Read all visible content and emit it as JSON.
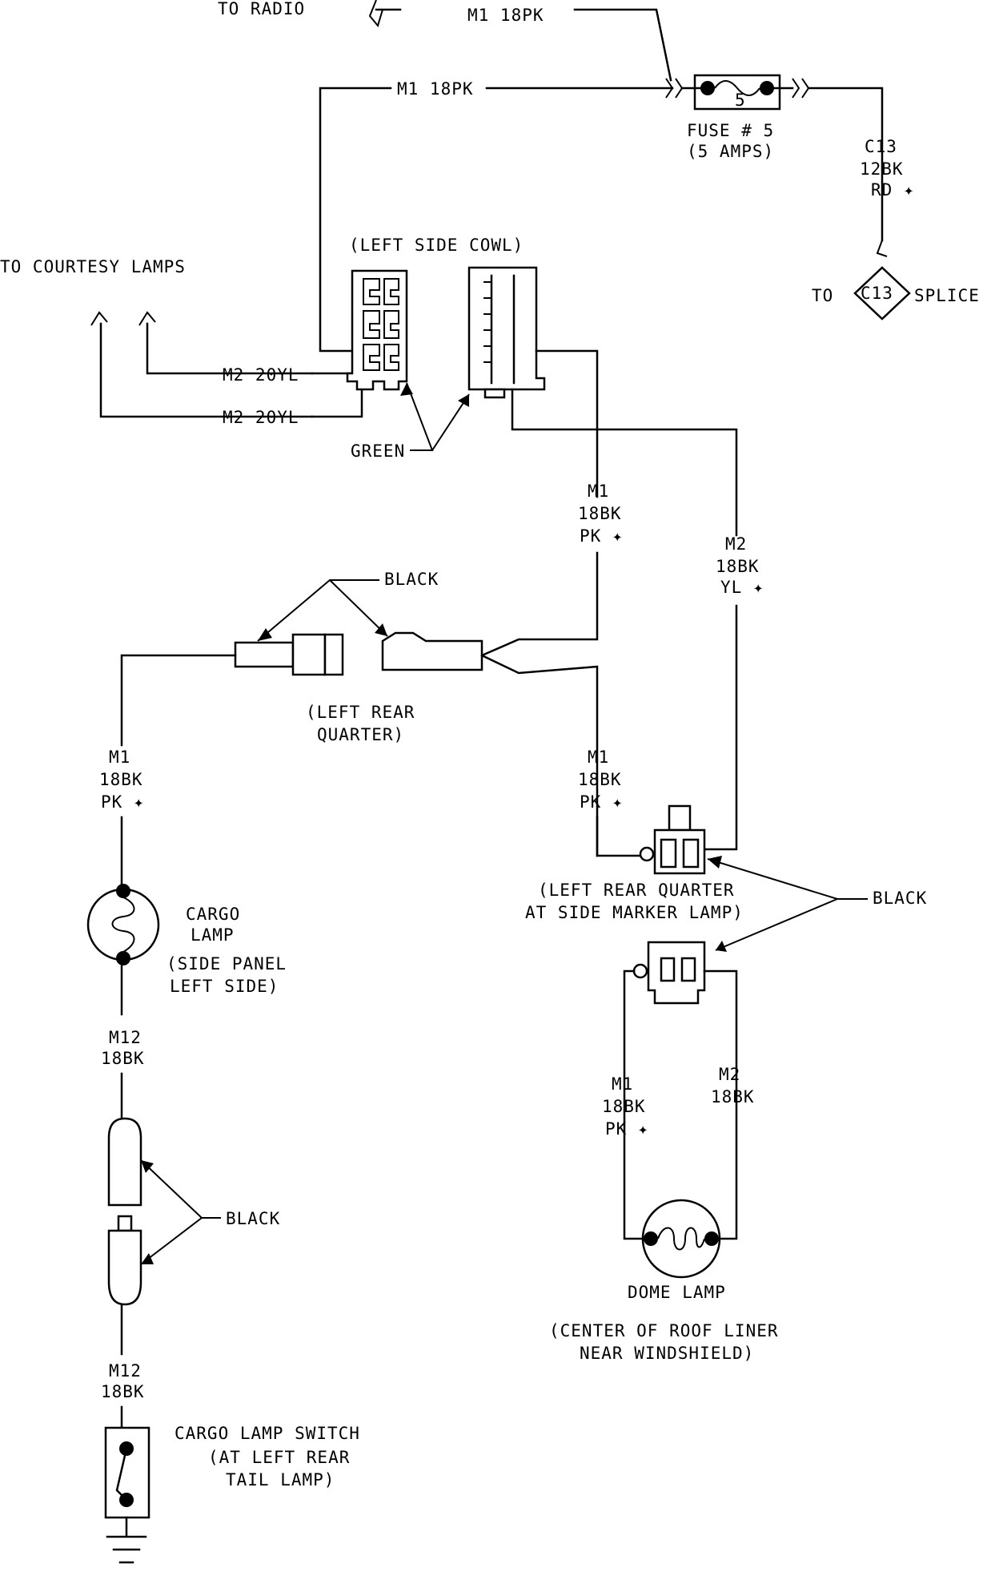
{
  "labels": {
    "to_radio": "TO RADIO",
    "w_m1_radio": "M1 18PK",
    "w_m1_top": "M1 18PK",
    "fuse_num": "5",
    "fuse_title": "FUSE # 5",
    "fuse_amps": "(5 AMPS)",
    "c13_1": "C13",
    "c13_2": "12BK",
    "c13_3": "RD ✦",
    "splice_to": "TO",
    "splice_id": "C13",
    "splice_word": "SPLICE",
    "courtesy": "TO COURTESY LAMPS",
    "cowl": "(LEFT SIDE COWL)",
    "m2_20yl_a": "M2 20YL",
    "m2_20yl_b": "M2 20YL",
    "green": "GREEN",
    "m1_cowl_1": "M1",
    "m1_cowl_2": "18BK",
    "m1_cowl_3": "PK ✦",
    "m2_cowl_1": "M2",
    "m2_cowl_2": "18BK",
    "m2_cowl_3": "YL ✦",
    "black_top": "BLACK",
    "lrq_1": "(LEFT REAR",
    "lrq_2": "QUARTER)",
    "m1_left_1": "M1",
    "m1_left_2": "18BK",
    "m1_left_3": "PK ✦",
    "m1_mid_1": "M1",
    "m1_mid_2": "18BK",
    "m1_mid_3": "PK ✦",
    "cargo_1": "CARGO",
    "cargo_2": "LAMP",
    "cargo_3": "(SIDE PANEL",
    "cargo_4": "LEFT SIDE)",
    "side_marker_1": "(LEFT REAR QUARTER",
    "side_marker_2": "AT SIDE MARKER LAMP)",
    "black_right": "BLACK",
    "m12_a1": "M12",
    "m12_a2": "18BK",
    "m1_dome_1": "M1",
    "m1_dome_2": "18BK",
    "m1_dome_3": "PK ✦",
    "m2_dome_1": "M2",
    "m2_dome_2": "18BK",
    "black_mid": "BLACK",
    "dome": "DOME LAMP",
    "dome_loc_1": "(CENTER OF ROOF LINER",
    "dome_loc_2": "NEAR WINDSHIELD)",
    "m12_b1": "M12",
    "m12_b2": "18BK",
    "switch_1": "CARGO LAMP SWITCH",
    "switch_2": "(AT LEFT REAR",
    "switch_3": "TAIL LAMP)"
  },
  "icons": {
    "fuse": "fuse-icon",
    "splice": "splice-diamond-icon",
    "connector": "connector-icon",
    "lamp": "lamp-bulb-icon",
    "switch": "switch-icon",
    "ground": "ground-icon"
  },
  "colors": {
    "ink": "#000000",
    "paper": "#ffffff"
  }
}
